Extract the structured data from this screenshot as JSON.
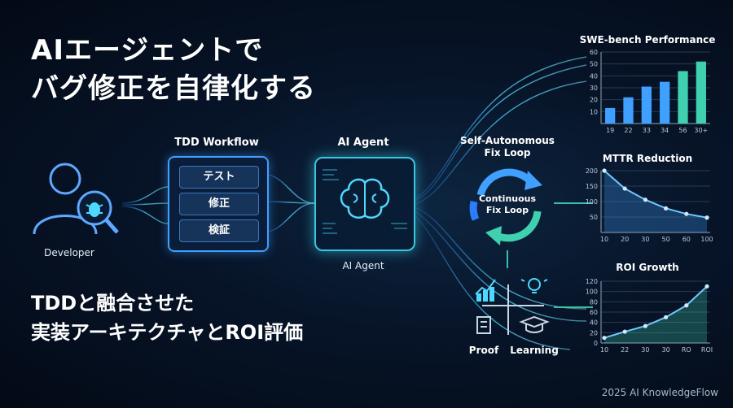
{
  "title": {
    "line1": "AIエージェントで",
    "line2": "バグ修正を自律化する"
  },
  "subtitle": {
    "line1": "TDDと融合させた",
    "line2": "実装アーキテクチャとROI評価"
  },
  "developer": {
    "label": "Developer"
  },
  "tdd": {
    "heading": "TDD Workflow",
    "steps": [
      "テスト",
      "修正",
      "検証"
    ]
  },
  "agent": {
    "heading": "AI Agent",
    "caption": "AI Agent"
  },
  "loop": {
    "heading_line1": "Self-Autonomous",
    "heading_line2": "Fix Loop",
    "center_line1": "Continuous",
    "center_line2": "Fix Loop"
  },
  "outcomes": {
    "proof": "Proof",
    "learning": "Learning"
  },
  "footer": "2025 AI KnowledgeFlow",
  "colors": {
    "accent": "#39c6e0",
    "blue": "#3fa0ff",
    "teal": "#3fd0b0"
  },
  "chart_data": [
    {
      "type": "bar",
      "title": "SWE-bench Performance",
      "categories": [
        "19",
        "22",
        "33",
        "34",
        "56",
        "30+"
      ],
      "values": [
        13,
        22,
        31,
        35,
        44,
        52
      ],
      "ylim": [
        0,
        60
      ],
      "yticks": [
        10,
        20,
        30,
        40,
        50,
        60
      ],
      "grid": true
    },
    {
      "type": "area",
      "title": "MTTR Reduction",
      "categories": [
        "10",
        "20",
        "30",
        "50",
        "60",
        "100"
      ],
      "values": [
        200,
        142,
        106,
        78,
        60,
        48
      ],
      "ylim": [
        0,
        200
      ],
      "yticks": [
        50,
        100,
        150,
        200
      ],
      "grid": true
    },
    {
      "type": "area",
      "title": "ROI Growth",
      "categories": [
        "10",
        "22",
        "30",
        "30",
        "RO",
        "ROI"
      ],
      "values": [
        10,
        22,
        33,
        50,
        73,
        110
      ],
      "ylim": [
        0,
        120
      ],
      "yticks": [
        0,
        20,
        40,
        60,
        80,
        100,
        120
      ],
      "grid": true
    }
  ]
}
